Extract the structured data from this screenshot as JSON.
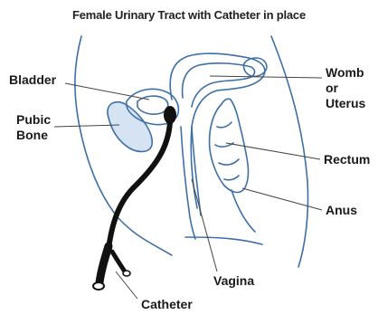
{
  "title": "Female Urinary Tract with Catheter in place",
  "labels": {
    "bladder": "Bladder",
    "pubic_line1": "Pubic",
    "pubic_line2": "Bone",
    "womb_line1": "Womb",
    "womb_line2": "or",
    "womb_line3": "Uterus",
    "rectum": "Rectum",
    "anus": "Anus",
    "vagina": "Vagina",
    "catheter": "Catheter"
  },
  "colors": {
    "anatomy_line": "#3d6fa6",
    "anatomy_fill": "#d6e3f2",
    "catheter": "#111111",
    "leader_line": "#444444"
  }
}
